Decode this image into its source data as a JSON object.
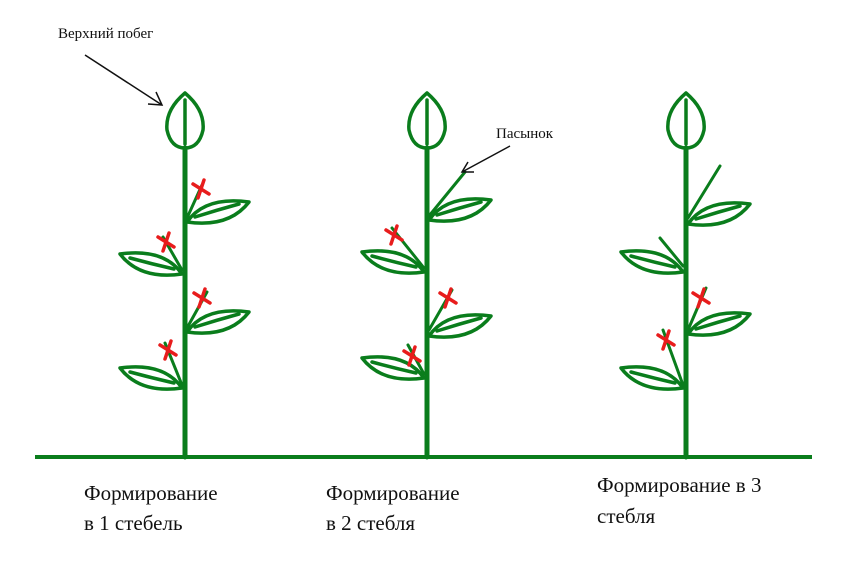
{
  "annotations": {
    "top_shoot": "Верхний побег",
    "side_shoot": "Пасынок"
  },
  "captions": [
    {
      "line1": "Формирование",
      "line2": "в 1 стебель"
    },
    {
      "line1": "Формирование",
      "line2": "в 2 стебля"
    },
    {
      "line1": "Формирование в 3",
      "line2": "стебля"
    }
  ],
  "colors": {
    "plant": "#0a7d1c",
    "removed": "#e81c1c"
  }
}
